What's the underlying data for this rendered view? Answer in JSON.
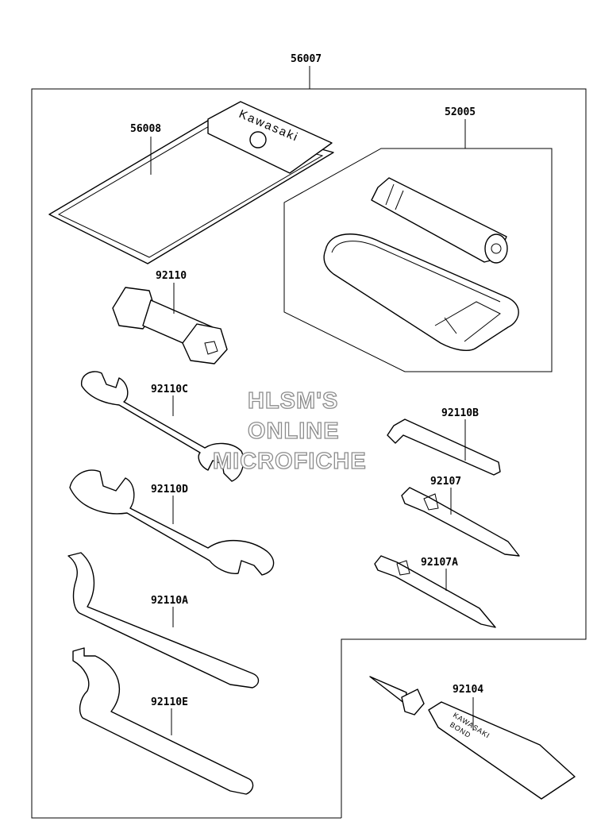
{
  "diagram": {
    "watermark": [
      "HLSM'S",
      "ONLINE",
      "MICROFICHE"
    ],
    "brand_text": "Kawasaki",
    "bond_text_line1": "KAWASAKI",
    "bond_text_line2": "BOND",
    "parts": [
      {
        "id": "assembly",
        "number": "56007"
      },
      {
        "id": "pouch",
        "number": "56008"
      },
      {
        "id": "pump-kit",
        "number": "52005"
      },
      {
        "id": "plug-wrench",
        "number": "92110"
      },
      {
        "id": "open-wrench-small",
        "number": "92110C"
      },
      {
        "id": "open-wrench-large",
        "number": "92110D"
      },
      {
        "id": "hook-wrench-a",
        "number": "92110A"
      },
      {
        "id": "hook-wrench-e",
        "number": "92110E"
      },
      {
        "id": "hex-key",
        "number": "92110B"
      },
      {
        "id": "screwdriver",
        "number": "92107"
      },
      {
        "id": "screwdriver-a",
        "number": "92107A"
      },
      {
        "id": "bond",
        "number": "92104"
      }
    ]
  }
}
